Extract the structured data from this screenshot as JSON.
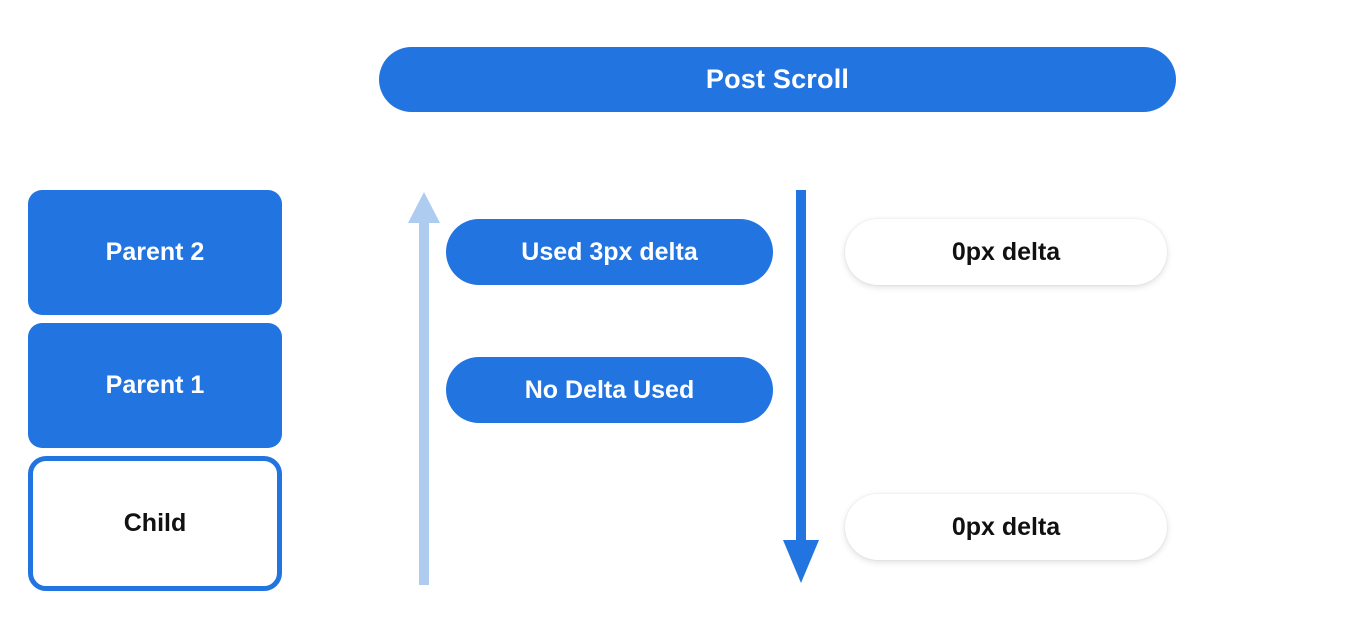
{
  "diagram": {
    "title": "Post Scroll",
    "background_color": "#ffffff",
    "accent_color": "#2275e0",
    "accent_light_color": "#aecbf0",
    "text_dark_color": "#111111",
    "text_light_color": "#ffffff"
  },
  "header": {
    "label": "Post Scroll"
  },
  "node_stack": {
    "items": [
      {
        "label": "Parent 2",
        "style": "filled"
      },
      {
        "label": "Parent 1",
        "style": "filled"
      },
      {
        "label": "Child",
        "style": "outlined"
      }
    ]
  },
  "arrows": [
    {
      "name": "scroll-up-arrow",
      "direction": "up",
      "color": "#aecbf0"
    },
    {
      "name": "scroll-down-arrow",
      "direction": "down",
      "color": "#2275e0"
    }
  ],
  "middle_pills": [
    {
      "label": "Used 3px delta"
    },
    {
      "label": "No Delta Used"
    }
  ],
  "right_pills": [
    {
      "label": "0px delta"
    },
    {
      "label": "0px delta"
    }
  ]
}
